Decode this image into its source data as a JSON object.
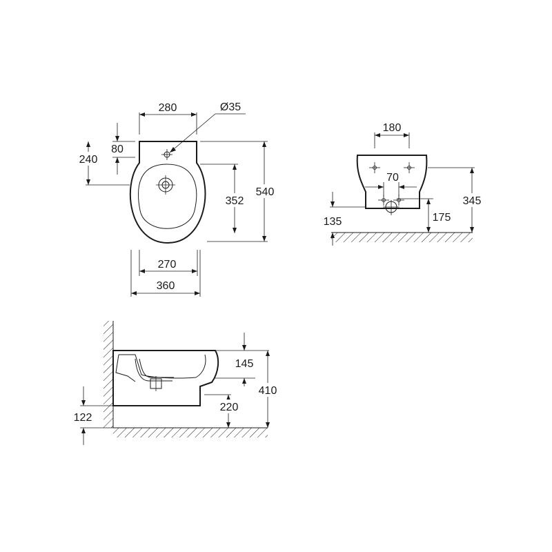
{
  "top_view": {
    "width_280": "280",
    "hole_diameter": "Ø35",
    "depth_80": "80",
    "depth_240": "240",
    "depth_352": "352",
    "length_540": "540",
    "width_270": "270",
    "width_360": "360"
  },
  "front_view": {
    "width_180": "180",
    "spacing_70": "70",
    "height_345": "345",
    "height_135": "135",
    "height_175": "175"
  },
  "side_view": {
    "height_145": "145",
    "height_410": "410",
    "height_220": "220",
    "height_122": "122"
  },
  "colors": {
    "ink": "#1a1a1a",
    "background": "#ffffff"
  }
}
